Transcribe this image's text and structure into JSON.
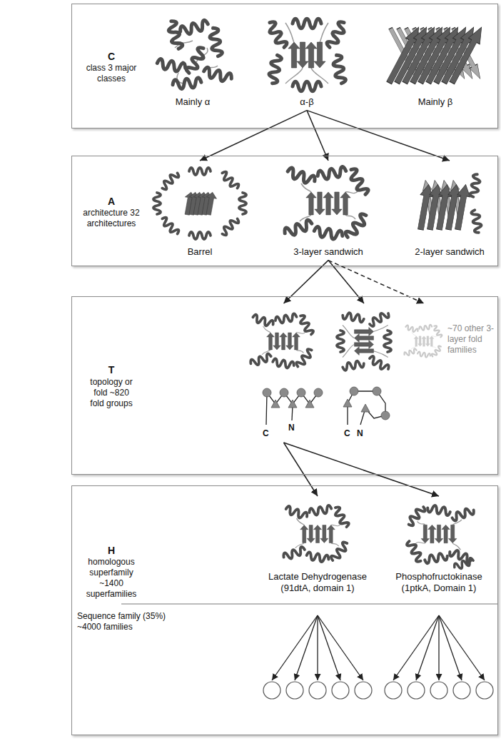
{
  "diagram": {
    "nodes": [
      {
        "text": [
          "C",
          "class 3 major classes"
        ]
      },
      {
        "text": [
          "Mainly α"
        ],
        "in": 0
      },
      {
        "text": [
          "α-β"
        ],
        "in": 0
      },
      {
        "text": [
          "Mainly β"
        ],
        "in": 0
      },
      {
        "text": [
          "A",
          "architecture 32 architectures"
        ]
      },
      {
        "text": [
          "Barrel"
        ],
        "in": 4
      },
      {
        "text": [
          "3-layer sandwich"
        ],
        "in": 4
      },
      {
        "text": [
          "2-layer sandwich"
        ],
        "in": 4
      },
      {
        "text": [
          "T",
          "topology or fold ~820 fold groups"
        ]
      },
      {
        "text": [
          "C",
          "N"
        ],
        "in": 8
      },
      {
        "text": [
          "C",
          "N"
        ],
        "in": 8
      },
      {
        "text": [
          "~70 other 3-layer fold families"
        ],
        "in": 8
      },
      {
        "text": [
          "H",
          "homologous superfamily ~1400 superfamilies"
        ]
      },
      {
        "text": [
          "Lactate Dehydrogenase (91dtA, domain 1)"
        ],
        "in": 12
      },
      {
        "text": [
          "Phosphofructokinase (1ptkA, Domain 1)"
        ],
        "in": 12
      }
    ],
    "edges": [
      {
        "from": 2,
        "to": 5,
        "arrow": "to"
      },
      {
        "from": 2,
        "to": 6,
        "arrow": "to"
      },
      {
        "from": 2,
        "to": 7,
        "arrow": "to"
      },
      {
        "from": 6,
        "to": 9,
        "arrow": "to"
      },
      {
        "from": 6,
        "to": 10,
        "arrow": "to"
      },
      {
        "from": 6,
        "to": 11,
        "arrow": "to"
      },
      {
        "from": 9,
        "to": 13,
        "arrow": "to"
      },
      {
        "from": 9,
        "to": 14,
        "arrow": "to"
      }
    ],
    "labels": [
      "Sequence family (35%) ~4000 families"
    ]
  }
}
